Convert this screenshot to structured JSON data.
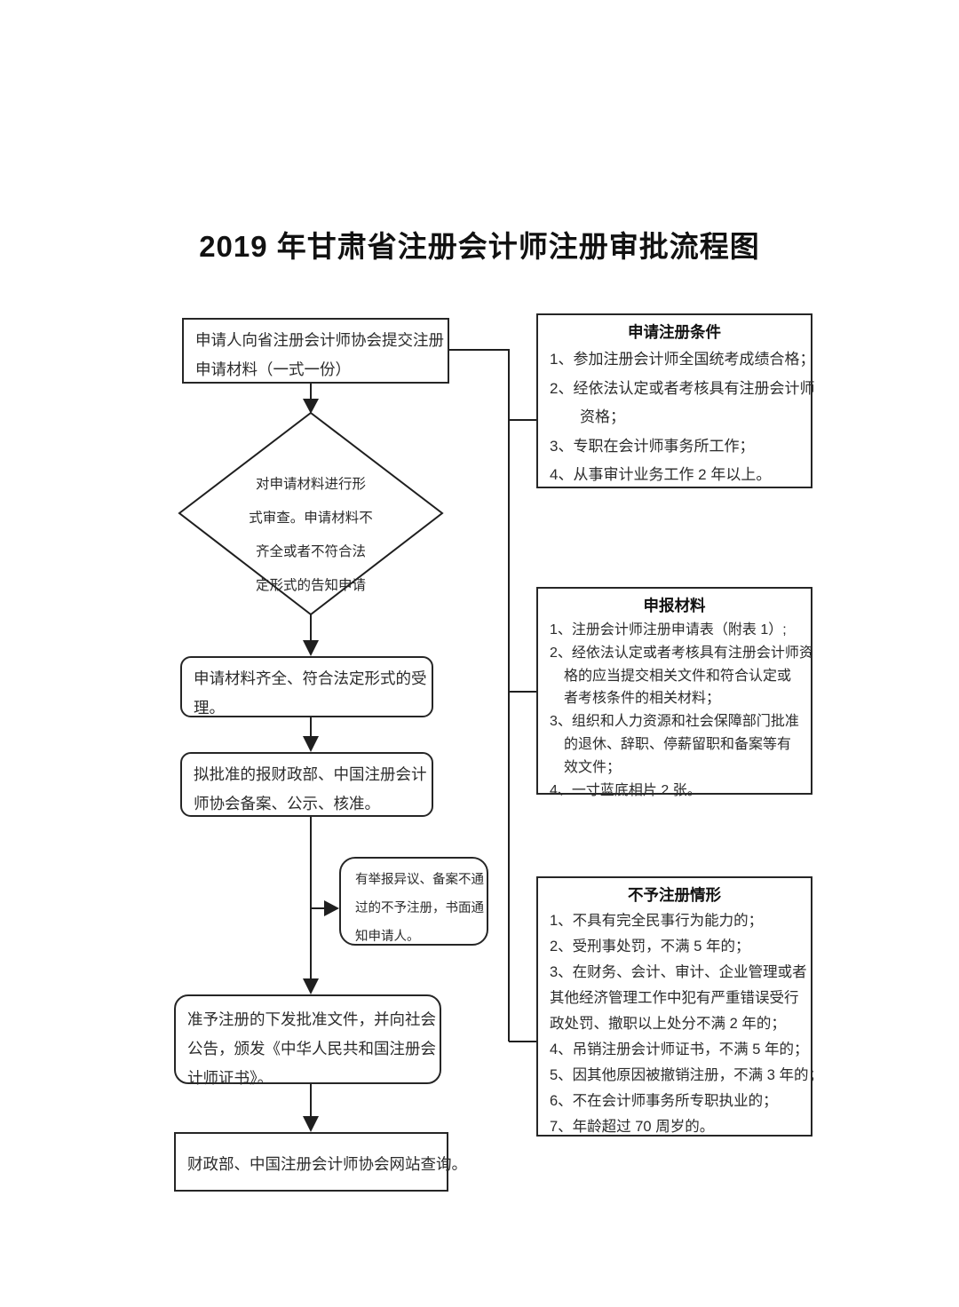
{
  "page": {
    "title": "2019 年甘肃省注册会计师注册审批流程图"
  },
  "flow": {
    "submit": {
      "lines": [
        "申请人向省注册会计师协会提交注册",
        "申请材料（一式一份）"
      ]
    },
    "review": {
      "lines": [
        "对申请材料进行形",
        "式审查。申请材料不",
        "齐全或者不符合法",
        "定形式的告知申请"
      ]
    },
    "accept": {
      "lines": [
        "申请材料齐全、符合法定形式的受",
        "理。"
      ]
    },
    "record": {
      "lines": [
        "拟批准的报财政部、中国注册会计",
        "师协会备案、公示、核准。"
      ]
    },
    "reject_notice": {
      "lines": [
        "有举报异议、备案不通",
        "过的不予注册，书面通",
        "知申请人。"
      ]
    },
    "certificate": {
      "lines": [
        "准予注册的下发批准文件，并向社会",
        "公告，颁发《中华人民共和国注册会",
        "计师证书》。"
      ]
    },
    "query": {
      "lines": [
        "财政部、中国注册会计师协会网站查询。"
      ]
    }
  },
  "panels": {
    "conditions": {
      "title": "申请注册条件",
      "lines": [
        "1、参加注册会计师全国统考成绩合格；",
        "2、经依法认定或者考核具有注册会计师",
        "　　资格；",
        "3、专职在会计师事务所工作；",
        "4、从事审计业务工作 2 年以上。"
      ]
    },
    "materials": {
      "title": "申报材料",
      "lines": [
        "1、注册会计师注册申请表（附表 1）;",
        "2、经依法认定或者考核具有注册会计师资",
        "　格的应当提交相关文件和符合认定或",
        "　者考核条件的相关材料；",
        "3、组织和人力资源和社会保障部门批准",
        "　的退休、辞职、停薪留职和备案等有",
        "　效文件；",
        "4、一寸蓝底相片 2 张。"
      ]
    },
    "denial": {
      "title": "不予注册情形",
      "lines": [
        "1、不具有完全民事行为能力的；",
        "2、受刑事处罚，不满 5 年的；",
        "3、在财务、会计、审计、企业管理或者",
        "其他经济管理工作中犯有严重错误受行",
        "政处罚、撤职以上处分不满 2 年的；",
        "4、吊销注册会计师证书，不满 5 年的；",
        "5、因其他原因被撤销注册，不满 3 年的；",
        "6、不在会计师事务所专职执业的；",
        "7、年龄超过 70 周岁的。"
      ]
    }
  }
}
